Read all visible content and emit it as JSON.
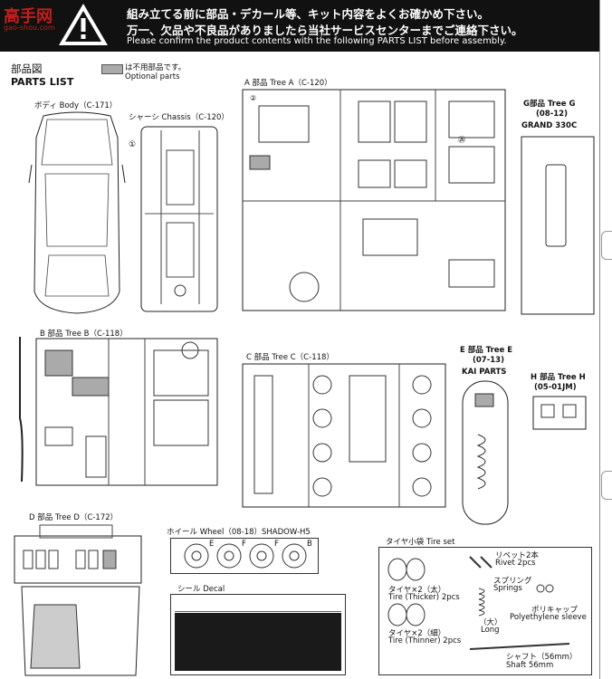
{
  "header": {
    "logo_main": "高手网",
    "logo_sub": "gao-shou.com",
    "line1_ja": "組み立てる前に部品・デカール等、キット内容をよくお確かめ下さい。",
    "line2_ja": "万一、欠品や不良品がありましたら当社サービスセンターまでご連絡下さい。",
    "line_en": "Please confirm the product contents with the following PARTS LIST before assembly."
  },
  "parts_list": {
    "title_ja": "部品図",
    "title_en": "PARTS LIST",
    "legend_ja": "は不用部品です。",
    "legend_en": "Optional parts"
  },
  "sections": {
    "body": "ボディ Body（C-171）",
    "chassis": "シャーシ Chassis（C-120）",
    "tree_a": "A 部品 Tree A（C-120）",
    "tree_g_1": "G部品 Tree G",
    "tree_g_2": "(08-12)",
    "tree_g_3": "GRAND 330C",
    "tree_b": "B 部品 Tree B（C-118）",
    "tree_c": "C 部品 Tree C（C-118）",
    "tree_e_1": "E 部品 Tree E",
    "tree_e_2": "(07-13)",
    "tree_e_3": "KAI PARTS",
    "tree_h_1": "H 部品 Tree H",
    "tree_h_2": "(05-01JM)",
    "tree_d": "D 部品 Tree D（C-172）",
    "wheel": "ホイール Wheel（08-18）SHADOW-H5",
    "decal": "シール Decal",
    "tire_set": "タイヤ小袋 Tire set"
  },
  "tire_set": {
    "rivet_ja": "リベット2本",
    "rivet_en": "Rivet 2pcs",
    "thick_ja": "タイヤ×2（太）",
    "thick_en": "Tire (Thicker) 2pcs",
    "spring_ja": "スプリング",
    "spring_en": "Springs",
    "long_ja": "（大）",
    "long_en": "Long",
    "sleeve_ja": "ポリキャップ",
    "sleeve_en": "Polyethylene sleeve",
    "thin_ja": "タイヤ×2（細）",
    "thin_en": "Tire (Thinner) 2pcs",
    "shaft_ja": "シャフト（56mm）",
    "shaft_en": "Shaft 56mm"
  },
  "wheel_letters": [
    "E",
    "F",
    "F",
    "B"
  ],
  "colors": {
    "header_bg": "#111111",
    "optional_gray": "#aaaaaa",
    "logo_red": "#c41e1e"
  }
}
